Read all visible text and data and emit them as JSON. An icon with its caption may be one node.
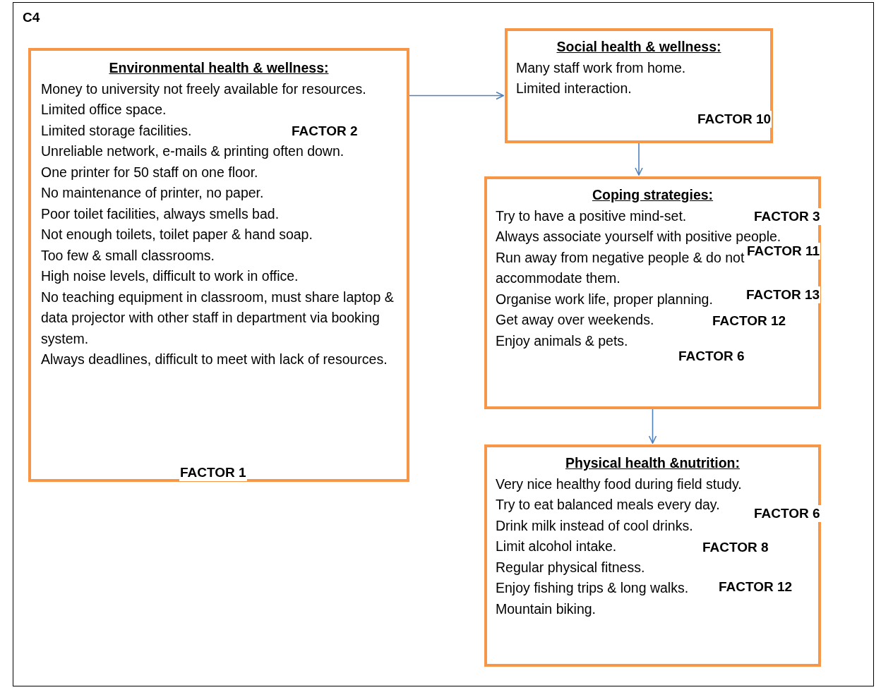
{
  "diagram": {
    "nodes": [
      {
        "text": [
          "Environmental health & wellness:",
          "Money to university not freely available for resources.",
          "Limited office space.",
          "FACTOR 2",
          "Limited storage facilities.",
          "Unreliable network, e-mails & printing often down.",
          "One printer for 50 staff on one floor.",
          "No maintenance of printer, no paper.",
          "Poor toilet facilities, always smells bad.",
          "Not enough toilets, toilet paper & hand soap.",
          "Too few & small classrooms.",
          "High noise levels, difficult to work in office.",
          "No teaching equipment in classroom, must share laptop & data projector with other staff in department via booking system.",
          "Always deadlines, difficult to meet with lack of resources.",
          "FACTOR 1"
        ]
      },
      {
        "text": [
          "Social health & wellness:",
          "Many staff work from home.",
          "Limited interaction.",
          "FACTOR 10"
        ]
      },
      {
        "text": [
          "Coping strategies:",
          "Try to have a positive mind-set.",
          "FACTOR 3",
          "Always associate yourself with positive people.",
          "FACTOR 11",
          "Run away from negative people & do not accommodate them.",
          "FACTOR 13",
          "Organise work life, proper planning.",
          "Get away over weekends.",
          "FACTOR 12",
          "Enjoy animals & pets.",
          "FACTOR 6"
        ]
      },
      {
        "text": [
          "Physical health &nutrition:",
          "Very nice healthy food during field study.",
          "Try to eat balanced meals every day.",
          "FACTOR 6",
          "Drink milk instead of cool drinks.",
          "Limit alcohol intake.",
          "FACTOR 8",
          "Regular physical fitness.",
          "Enjoy fishing trips & long walks.",
          "Mountain biking.",
          "FACTOR 12"
        ]
      }
    ],
    "edges": [
      {
        "from": 0,
        "to": 1,
        "arrow": "to"
      },
      {
        "from": 1,
        "to": 2,
        "arrow": "to"
      },
      {
        "from": 2,
        "to": 3,
        "arrow": "to"
      }
    ],
    "labels": [
      "C4"
    ]
  }
}
